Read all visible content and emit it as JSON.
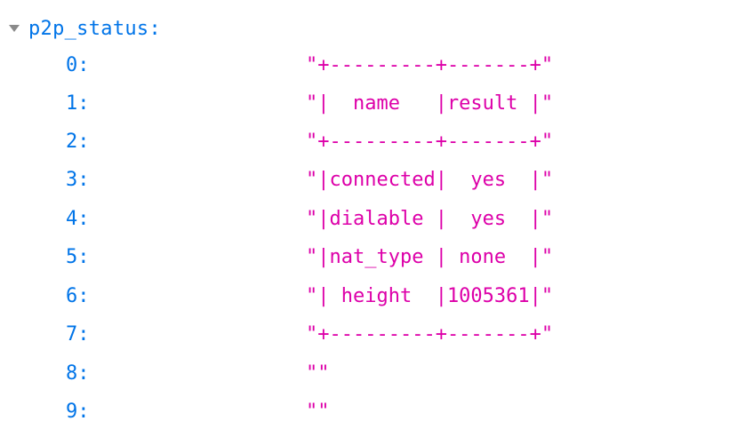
{
  "tree": {
    "key": "p2p_status:",
    "expanded_icon": "triangle-down-icon",
    "entries": [
      {
        "index": "0:",
        "value": "\"+---------+-------+\""
      },
      {
        "index": "1:",
        "value": "\"|  name   |result |\""
      },
      {
        "index": "2:",
        "value": "\"+---------+-------+\""
      },
      {
        "index": "3:",
        "value": "\"|connected|  yes  |\""
      },
      {
        "index": "4:",
        "value": "\"|dialable |  yes  |\""
      },
      {
        "index": "5:",
        "value": "\"|nat_type | none  |\""
      },
      {
        "index": "6:",
        "value": "\"| height  |1005361|\""
      },
      {
        "index": "7:",
        "value": "\"+---------+-------+\""
      },
      {
        "index": "8:",
        "value": "\"\""
      },
      {
        "index": "9:",
        "value": "\"\""
      }
    ]
  },
  "colors": {
    "key": "#0074e8",
    "string": "#dd00a9",
    "toggle": "#8a8a8a"
  }
}
